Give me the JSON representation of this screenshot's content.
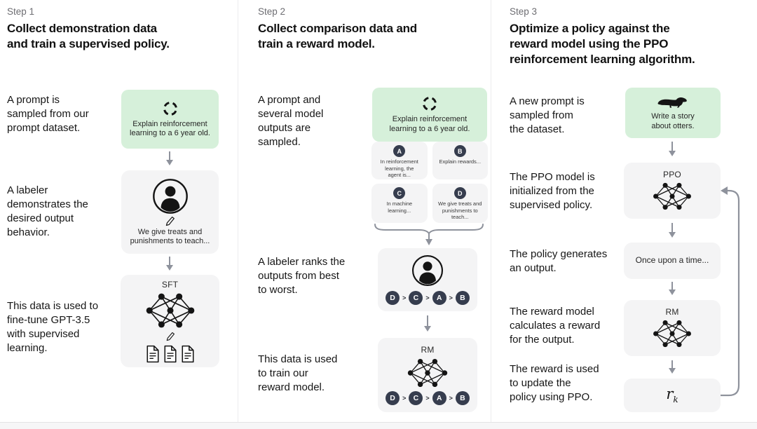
{
  "colors": {
    "prompt_box_green": "#d6f0da",
    "model_box_gray": "#f4f4f5",
    "rank_badge_navy": "#363d4e",
    "arrow_gray": "#8e929c"
  },
  "step1": {
    "label": "Step 1",
    "title": "Collect demonstration data\nand train a supervised policy.",
    "captions": {
      "prompt": "A prompt is\nsampled from our\nprompt dataset.",
      "labeler": "A labeler\ndemonstrates the\ndesired output\nbehavior.",
      "finetune": "This data is used to\nfine-tune GPT-3.5\nwith supervised\nlearning."
    },
    "prompt_box_text": "Explain reinforcement\nlearning to a 6 year old.",
    "labeler_box_text": "We give treats and\npunishments to teach...",
    "sft_box_label": "SFT"
  },
  "step2": {
    "label": "Step 2",
    "title": "Collect comparison data and\ntrain a reward model.",
    "captions": {
      "sampled": "A prompt and\nseveral model\noutputs are\nsampled.",
      "ranks": "A labeler ranks the\noutputs from best\nto worst.",
      "train": "This data is used\nto train our\nreward model."
    },
    "prompt_box_text": "Explain reinforcement\nlearning to a 6 year old.",
    "outputs": [
      {
        "id": "A",
        "text": "In reinforcement\nlearning, the\nagent is..."
      },
      {
        "id": "B",
        "text": "Explain rewards..."
      },
      {
        "id": "C",
        "text": "In machine\nlearning..."
      },
      {
        "id": "D",
        "text": "We give treats and\npunishments to\nteach..."
      }
    ],
    "rank_sep": ">",
    "ranking": [
      "D",
      "C",
      "A",
      "B"
    ],
    "rm_box_label": "RM"
  },
  "step3": {
    "label": "Step 3",
    "title": "Optimize a policy against the\nreward model using the PPO\nreinforcement learning algorithm.",
    "captions": {
      "prompt": "A new prompt is\nsampled from\nthe dataset.",
      "init": "The PPO model is\ninitialized from the\nsupervised policy.",
      "output": "The policy generates\nan output.",
      "reward": "The reward model\ncalculates a reward\nfor the output.",
      "update": "The reward is used\nto update the\npolicy using PPO."
    },
    "prompt_box_text": "Write a story\nabout otters.",
    "ppo_box_label": "PPO",
    "output_box_text": "Once upon a time...",
    "rm_box_label": "RM",
    "reward_symbol": "r",
    "reward_subscript": "k"
  }
}
